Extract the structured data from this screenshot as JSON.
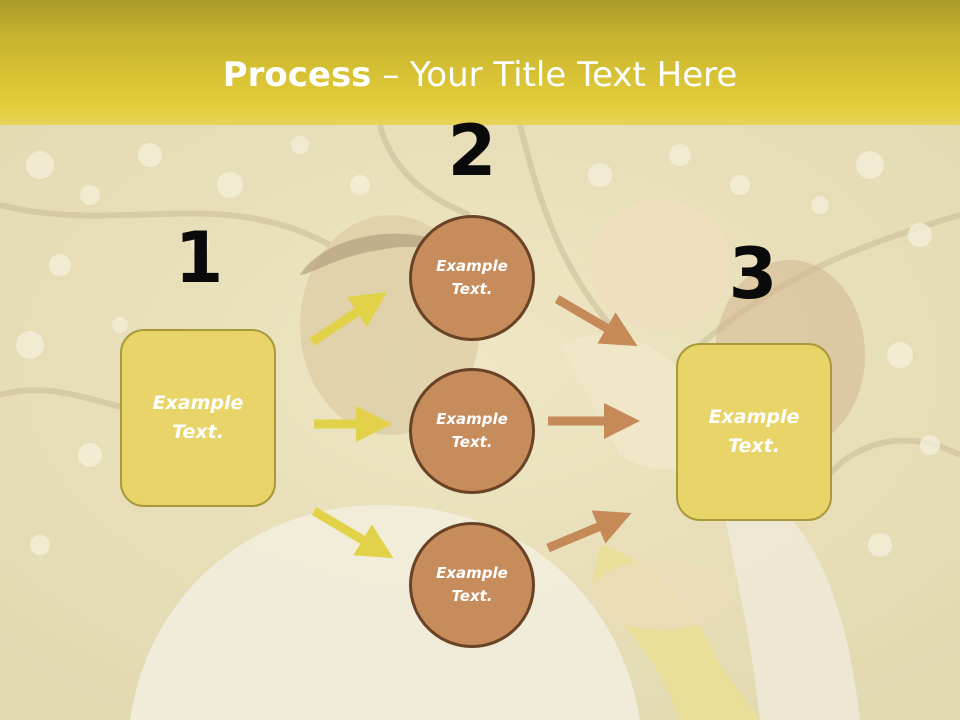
{
  "title": {
    "bold": "Process",
    "rest": " – Your Title Text Here"
  },
  "steps": [
    {
      "number": "1",
      "text": "Example\nText."
    },
    {
      "number": "2",
      "text": "Example\nText."
    },
    {
      "number": "3",
      "text": "Example\nText."
    }
  ],
  "circles": [
    {
      "text": "Example\nText."
    },
    {
      "text": "Example\nText."
    },
    {
      "text": "Example\nText."
    }
  ],
  "colors": {
    "yellow_arrow": "#e2d24a",
    "brown_arrow": "#c58a58",
    "box_fill": "#e8d468",
    "circle_fill": "#c78c5b"
  }
}
